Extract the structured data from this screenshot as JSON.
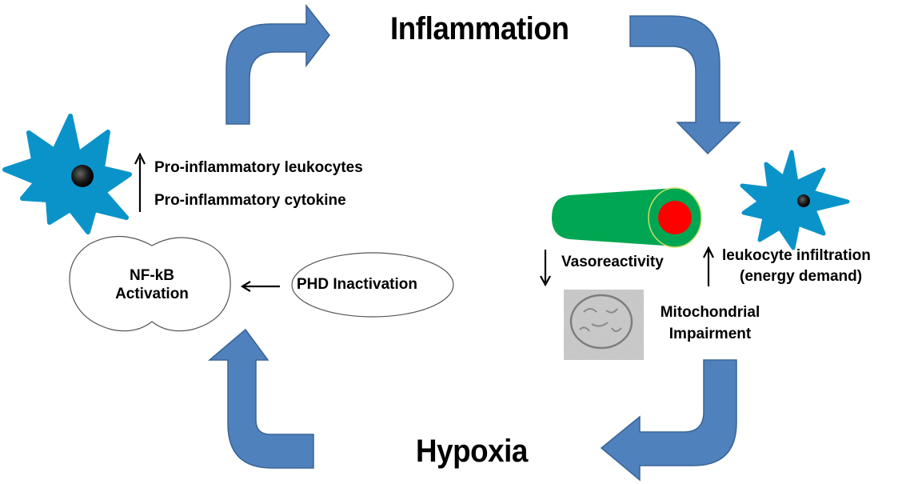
{
  "diagram": {
    "stages": {
      "inflammation": "Inflammation",
      "hypoxia": "Hypoxia"
    },
    "left_panel": {
      "arrow_up_symbol": "↑",
      "effects": [
        "Pro-inflammatory leukocytes",
        "Pro-inflammatory cytokine"
      ],
      "nfkb": {
        "line1": "NF-kB",
        "line2": "Activation"
      },
      "arrow_left_symbol": "←",
      "phd": "PHD Inactivation"
    },
    "right_panel": {
      "vaso_arrow_symbol": "↓",
      "vasoreactivity": "Vasoreactivity",
      "infiltration_arrow_symbol": "↑",
      "infiltration": {
        "line1": "leukocyte infiltration",
        "line2": "(energy demand)"
      },
      "mito": {
        "line1": "Mitochondrial",
        "line2": "Impairment"
      }
    },
    "colors": {
      "cycle_arrow": "#4f81bd",
      "cycle_arrow_border": "#3a6496",
      "cell": "#0a93c9",
      "nucleus": "#111111",
      "vessel": "#00a651",
      "vessel_rim": "#c8e06a",
      "lumen": "#ff0000"
    }
  }
}
